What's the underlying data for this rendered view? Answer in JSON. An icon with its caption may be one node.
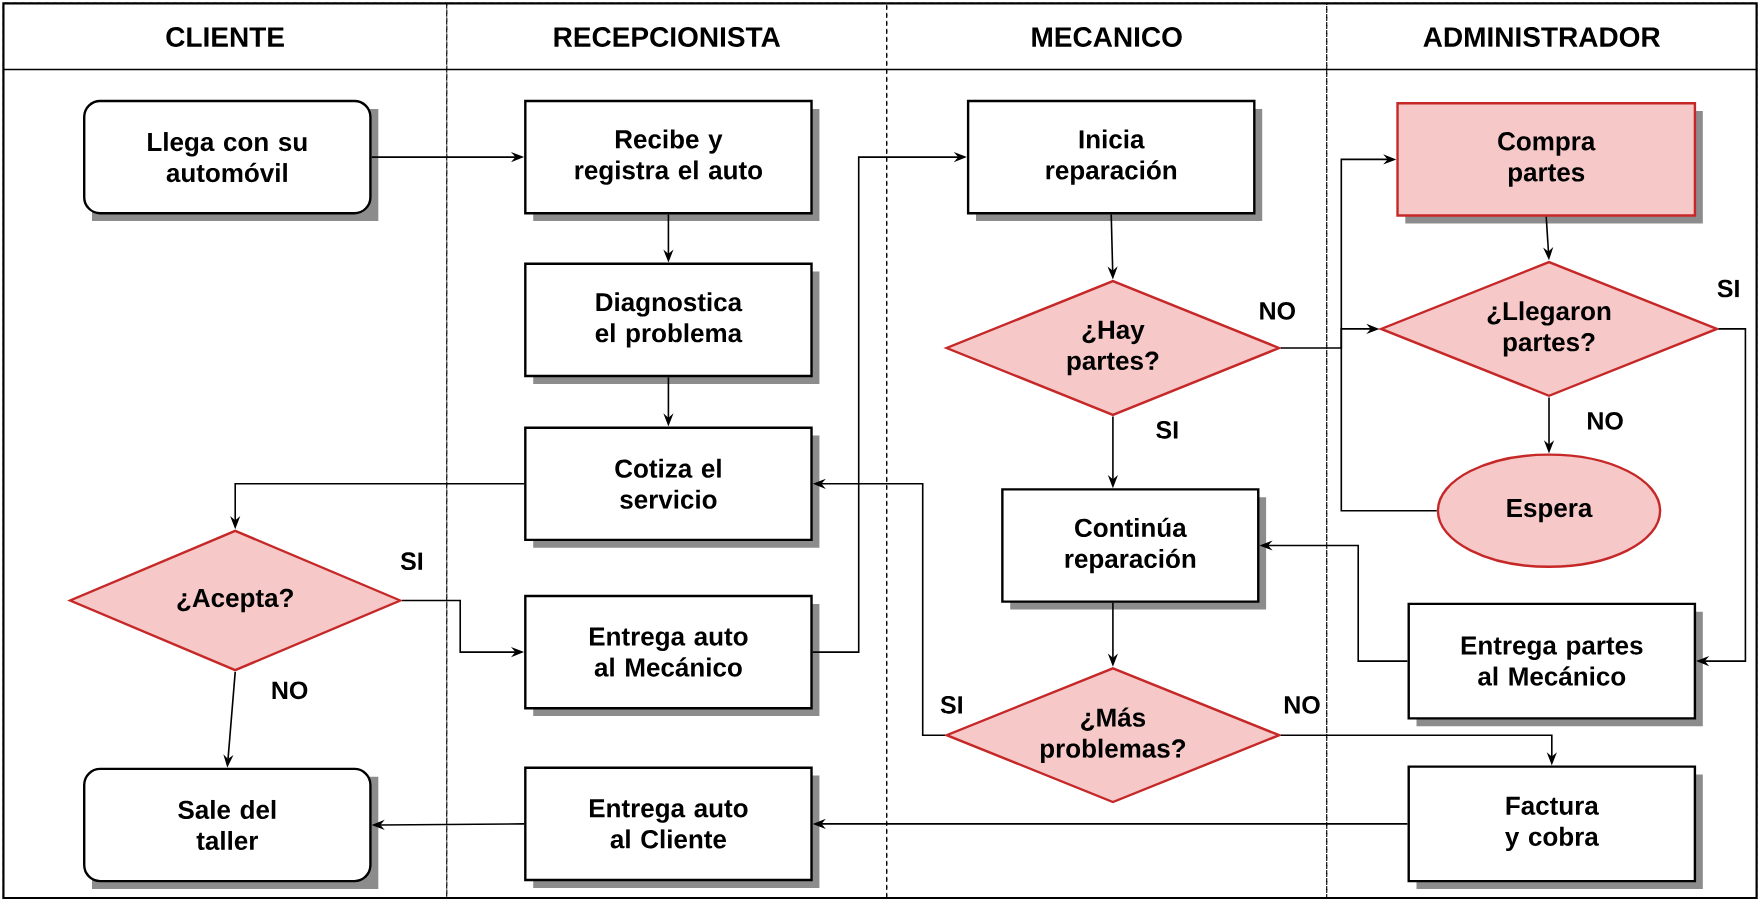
{
  "diagram": {
    "nodes": [
      {
        "text": [
          "CLIENTE"
        ]
      },
      {
        "text": [
          "RECEPCIONISTA"
        ]
      },
      {
        "text": [
          "MECANICO"
        ]
      },
      {
        "text": [
          "ADMINISTRADOR"
        ]
      },
      {
        "text": [
          "Llega con su automóvil"
        ],
        "in": 0
      },
      {
        "text": [
          "Recibe y registra el auto"
        ],
        "in": 1
      },
      {
        "text": [
          "Diagnostica el problema"
        ],
        "in": 1
      },
      {
        "text": [
          "Cotiza el servicio"
        ],
        "in": 1
      },
      {
        "text": [
          "¿Acepta?"
        ],
        "in": 0
      },
      {
        "text": [
          "Entrega auto al Mecánico"
        ],
        "in": 1
      },
      {
        "text": [
          "Sale del taller"
        ],
        "in": 0
      },
      {
        "text": [
          "Entrega auto al Cliente"
        ],
        "in": 1
      },
      {
        "text": [
          "Inicia reparación"
        ],
        "in": 2
      },
      {
        "text": [
          "¿Hay partes?"
        ],
        "in": 2
      },
      {
        "text": [
          "Continúa reparación"
        ],
        "in": 2
      },
      {
        "text": [
          "¿Más problemas?"
        ],
        "in": 2
      },
      {
        "text": [
          "Compra partes"
        ],
        "in": 3
      },
      {
        "text": [
          "¿Llegaron partes?"
        ],
        "in": 3
      },
      {
        "text": [
          "Espera"
        ],
        "in": 3
      },
      {
        "text": [
          "Entrega partes al Mecánico"
        ],
        "in": 3
      },
      {
        "text": [
          "Factura y cobra"
        ],
        "in": 3
      }
    ],
    "edges": [
      {
        "from": 4,
        "to": 5,
        "arrow": "to"
      },
      {
        "from": 5,
        "to": 6,
        "arrow": "to"
      },
      {
        "from": 6,
        "to": 7,
        "arrow": "to"
      },
      {
        "from": 7,
        "to": 8,
        "arrow": "to"
      },
      {
        "from": 8,
        "to": 9,
        "arrow": "to",
        "label": "SI"
      },
      {
        "from": 8,
        "to": 10,
        "arrow": "to",
        "label": "NO"
      },
      {
        "from": 9,
        "to": 12,
        "arrow": "to"
      },
      {
        "from": 12,
        "to": 13,
        "arrow": "to"
      },
      {
        "from": 13,
        "to": 17,
        "arrow": "to",
        "label": "NO"
      },
      {
        "from": 13,
        "to": 14,
        "arrow": "to",
        "label": "SI"
      },
      {
        "from": 17,
        "to": 19,
        "arrow": "to",
        "label": "SI"
      },
      {
        "from": 17,
        "to": 18,
        "arrow": "to",
        "label": "NO"
      },
      {
        "from": 18,
        "to": 16,
        "arrow": "to"
      },
      {
        "from": 16,
        "to": 17,
        "arrow": "to"
      },
      {
        "from": 19,
        "to": 14,
        "arrow": "to"
      },
      {
        "from": 14,
        "to": 15,
        "arrow": "to"
      },
      {
        "from": 15,
        "to": 7,
        "arrow": "to",
        "label": "SI"
      },
      {
        "from": 15,
        "to": 20,
        "arrow": "to",
        "label": "NO"
      },
      {
        "from": 20,
        "to": 11,
        "arrow": "to"
      },
      {
        "from": 11,
        "to": 10,
        "arrow": "to"
      }
    ]
  }
}
